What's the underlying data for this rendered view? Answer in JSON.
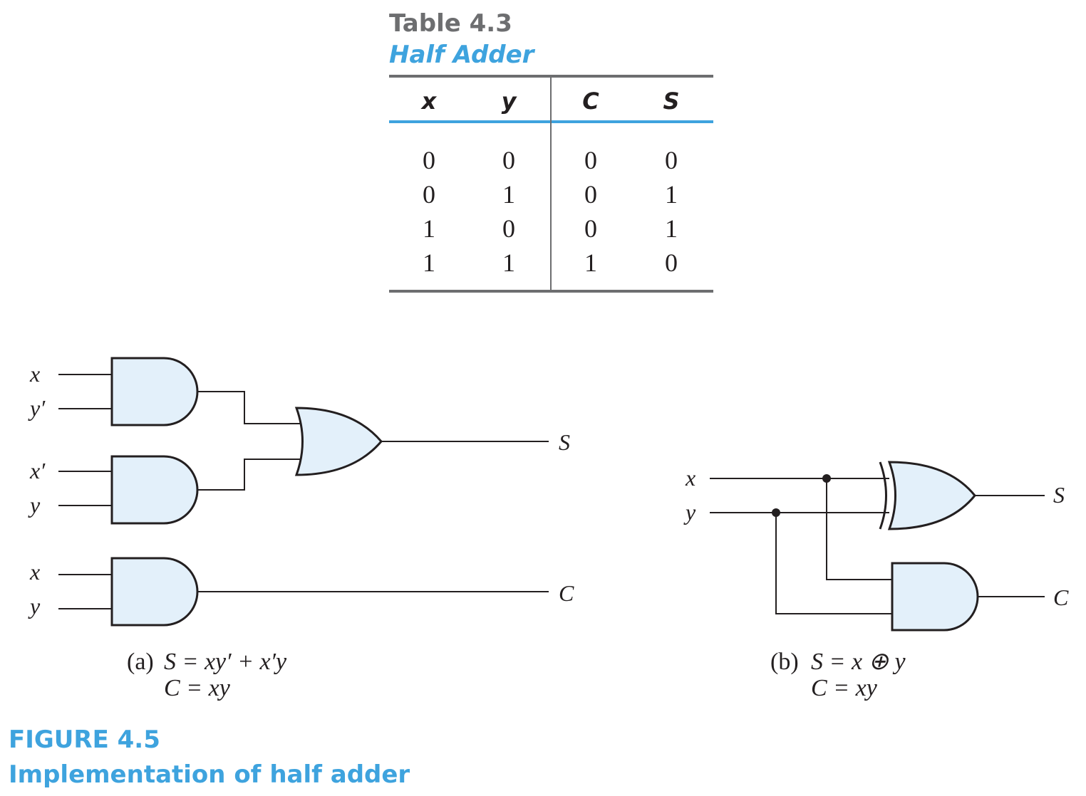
{
  "table": {
    "title": "Table 4.3",
    "subtitle": "Half Adder",
    "headers": [
      "x",
      "y",
      "C",
      "S"
    ],
    "rows": [
      [
        "0",
        "0",
        "0",
        "0"
      ],
      [
        "0",
        "1",
        "0",
        "1"
      ],
      [
        "1",
        "0",
        "0",
        "1"
      ],
      [
        "1",
        "1",
        "1",
        "0"
      ]
    ]
  },
  "circuit_a": {
    "inputs": [
      "x",
      "y′",
      "x′",
      "y",
      "x",
      "y"
    ],
    "outputs": [
      "S",
      "C"
    ],
    "caption_label": "(a)",
    "caption_eq1": "S = xy′ + x′y",
    "caption_eq2": "C = xy"
  },
  "circuit_b": {
    "inputs": [
      "x",
      "y"
    ],
    "outputs": [
      "S",
      "C"
    ],
    "caption_label": "(b)",
    "caption_eq1": "S = x ⊕ y",
    "caption_eq2": "C = xy"
  },
  "figure": {
    "number": "FIGURE 4.5",
    "title": "Implementation of half adder"
  },
  "colors": {
    "accent_blue": "#3ea3de",
    "title_gray": "#6d6e70",
    "gate_fill": "#e3f0fa",
    "ink": "#231f20"
  }
}
